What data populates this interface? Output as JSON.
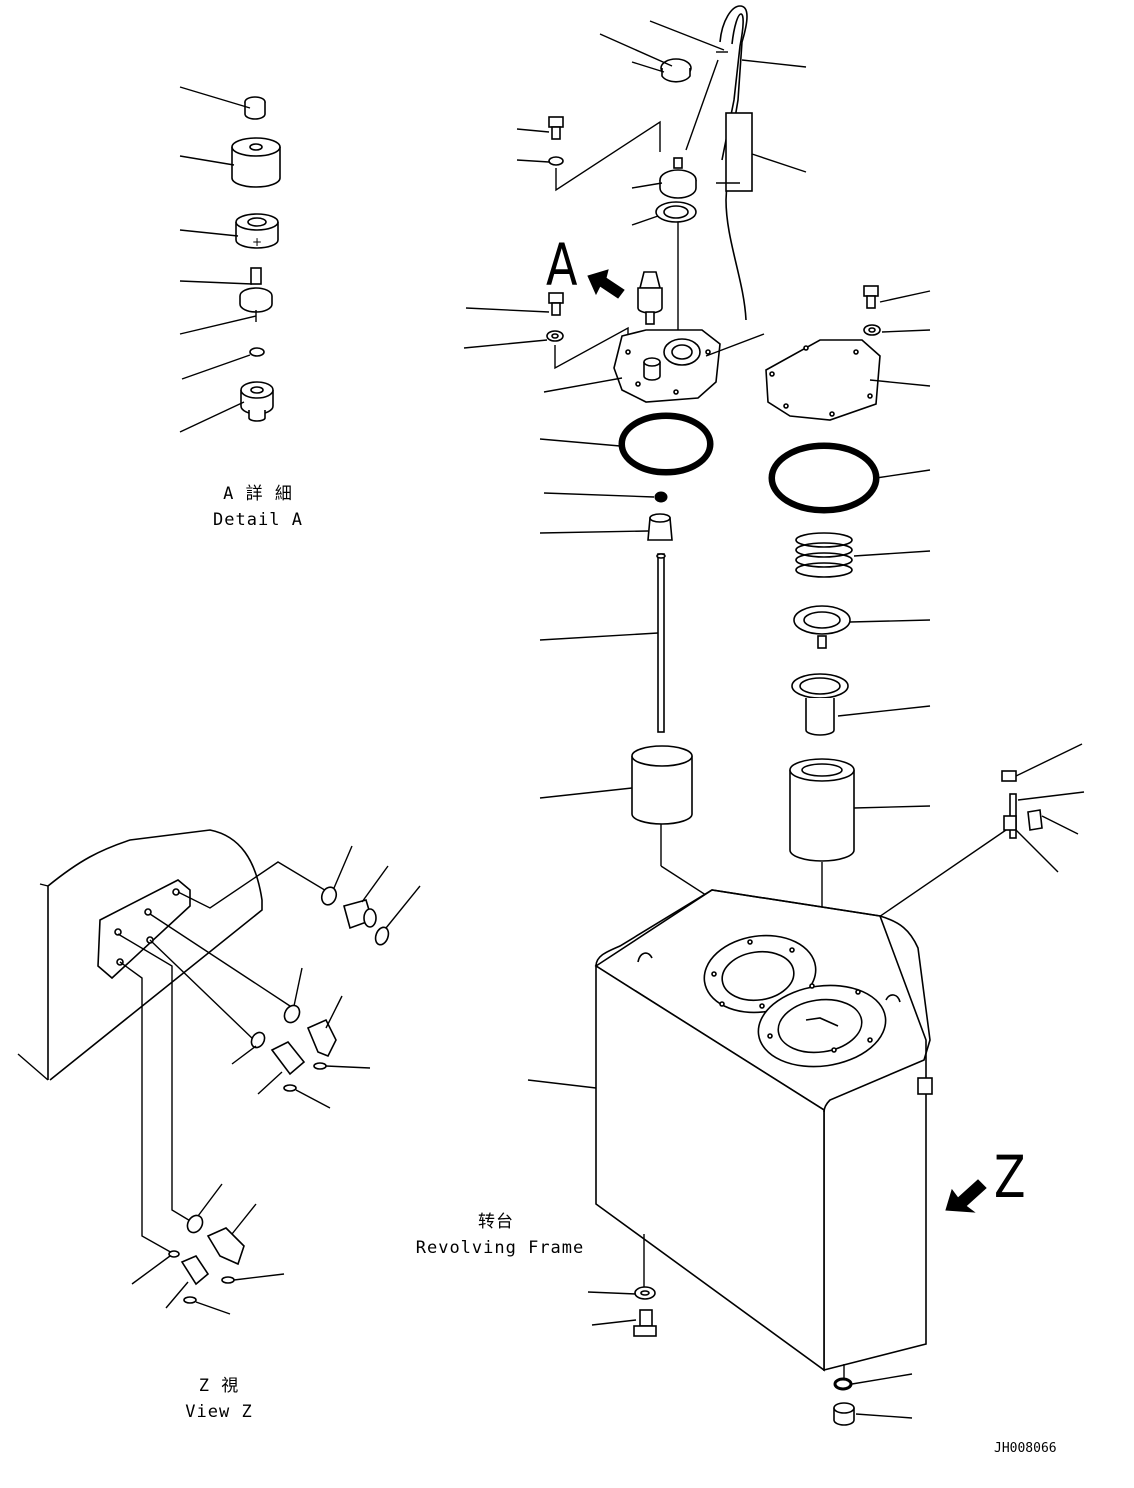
{
  "labels": {
    "arrow_a": "A",
    "arrow_z": "Z",
    "detail_a_jp": "A 詳 細",
    "detail_a_en": "Detail A",
    "revolving_jp": "转台",
    "revolving_en": "Revolving Frame",
    "view_z_jp": "Z  視",
    "view_z_en": "View Z",
    "drawing_no": "JH008066"
  }
}
